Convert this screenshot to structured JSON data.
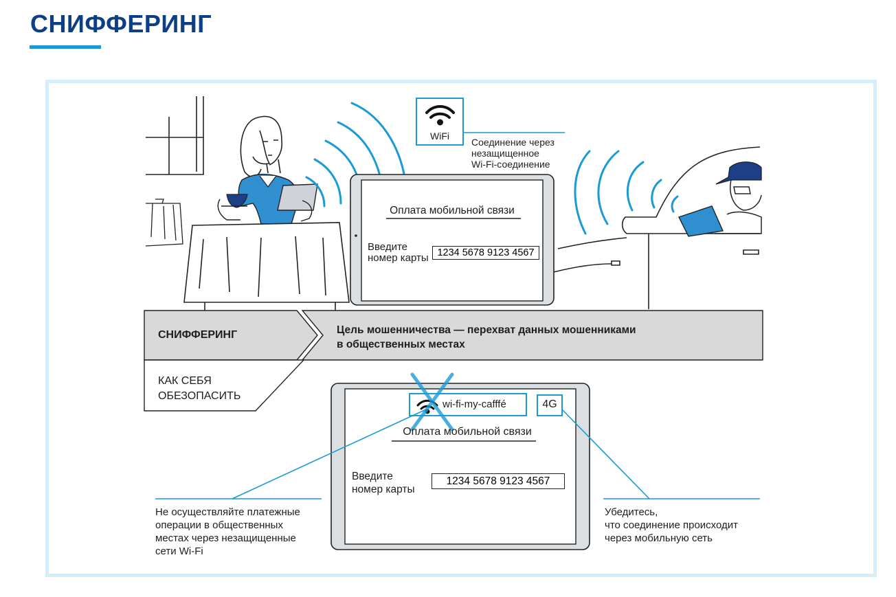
{
  "title": "СНИФФЕРИНГ",
  "colors": {
    "title": "#0d3f87",
    "accent": "#1a9ad6",
    "frame": "#d6eefb",
    "band": "#d9d9d9"
  },
  "wifi_badge": {
    "label": "WiFi",
    "icon": "wifi-icon"
  },
  "wifi_note": "Соединение через\nнезащищенное\nWi-Fi-соединение",
  "tablet_top": {
    "heading": "Оплата мобильной связи",
    "card_label": "Введите\nномер карты",
    "card_number": "1234 5678 9123 4567"
  },
  "band": {
    "label": "СНИФФЕРИНГ",
    "goal": "Цель мошенничества — перехват данных мошенниками\nв общественных местах",
    "how_to": "КАК СЕБЯ\nОБЕЗОПАСИТЬ"
  },
  "tablet_bottom": {
    "network_name": "wi-fi-my-cafffé",
    "network_4g": "4G",
    "heading": "Оплата мобильной связи",
    "card_label": "Введите\nномер карты",
    "card_number": "1234 5678 9123 4567"
  },
  "advice_left": "Не осуществляйте  платежные\nоперации в общественных\nместах через незащищенные\nсети Wi-Fi",
  "advice_right": "Убедитесь,\nчто соединение происходит\nчерез мобильную сеть"
}
